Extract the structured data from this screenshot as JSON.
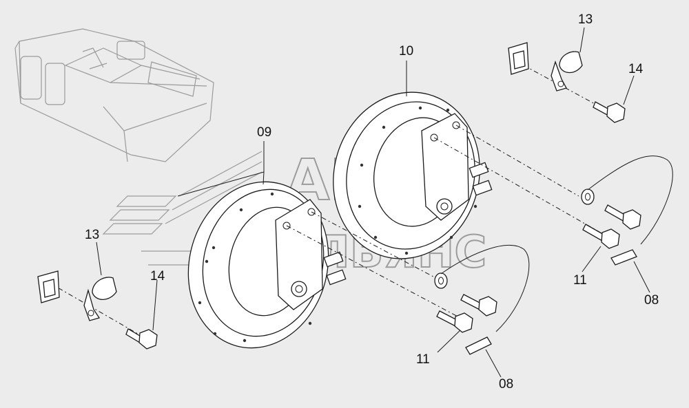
{
  "watermark": {
    "line1": "АВТО",
    "line2": "АЛЬЯНС"
  },
  "callouts": {
    "horn_right": "10",
    "horn_left": "09",
    "clamp_top": "13",
    "bolt_top": "14",
    "clamp_left": "13",
    "bolt_left": "14",
    "screw_right": "11",
    "screw_left": "11",
    "wire_right": "08",
    "wire_left": "08"
  },
  "colors": {
    "background": "#ececec",
    "line": "#1a1a1a",
    "watermark": "#9c9c9c",
    "machine_sketch": "#9a9a9a"
  }
}
